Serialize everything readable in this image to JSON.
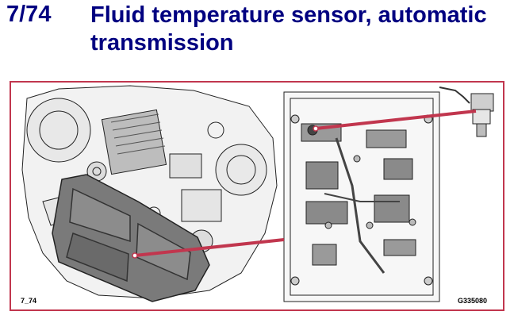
{
  "header": {
    "number": "7/74",
    "title": "Fluid temperature sensor, automatic transmission"
  },
  "figure": {
    "label_left": "7_74",
    "label_right": "G335080",
    "callout_color": "#c1364e",
    "title_color": "#000080"
  }
}
